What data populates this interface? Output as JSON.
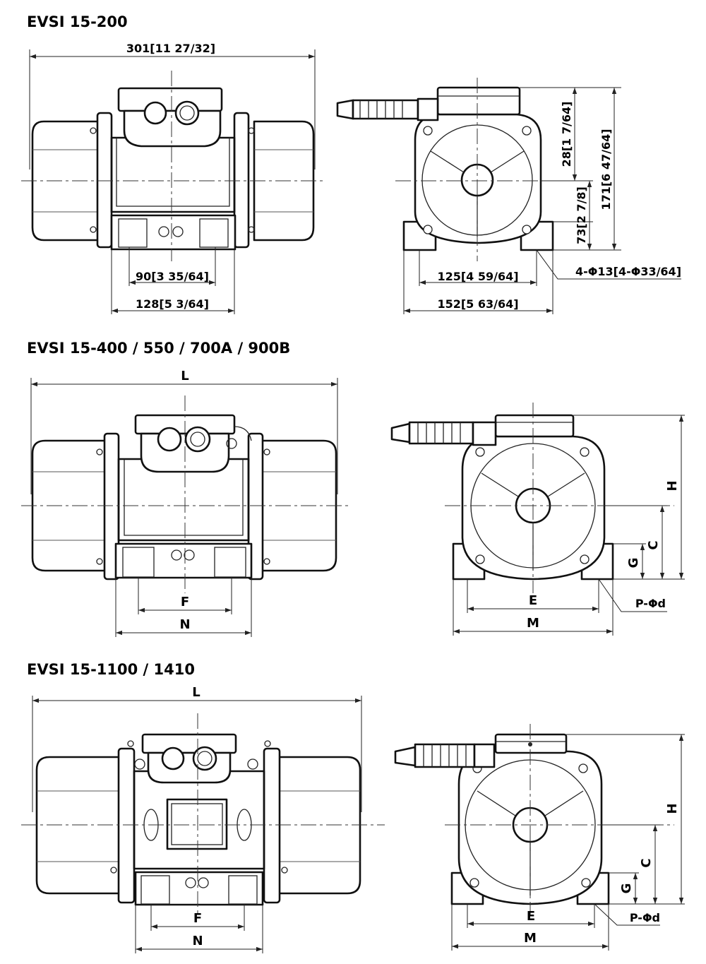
{
  "sections": [
    {
      "title": "EVSI 15-200",
      "side_labels": {
        "length": "301[11 27/32]",
        "inner": "90[3 35/64]",
        "outer": "128[5 3/64]"
      },
      "end_labels": {
        "base_inner": "125[4 59/64]",
        "base_outer": "152[5 63/64]",
        "holes": "4-Φ13[4-Φ33/64]",
        "top": "28[1 7/64]",
        "center": "73[2 7/8]",
        "height": "171[6 47/64]"
      }
    },
    {
      "title": "EVSI 15-400 / 550 / 700A / 900B",
      "side_labels": {
        "length": "L",
        "inner": "F",
        "outer": "N"
      },
      "end_labels": {
        "base_inner": "E",
        "base_outer": "M",
        "holes": "P-Φd",
        "height": "H",
        "center": "C",
        "foot": "G"
      }
    },
    {
      "title": "EVSI 15-1100 / 1410",
      "side_labels": {
        "length": "L",
        "inner": "F",
        "outer": "N"
      },
      "end_labels": {
        "base_inner": "E",
        "base_outer": "M",
        "holes": "P-Φd",
        "height": "H",
        "center": "C",
        "foot": "G"
      }
    }
  ]
}
